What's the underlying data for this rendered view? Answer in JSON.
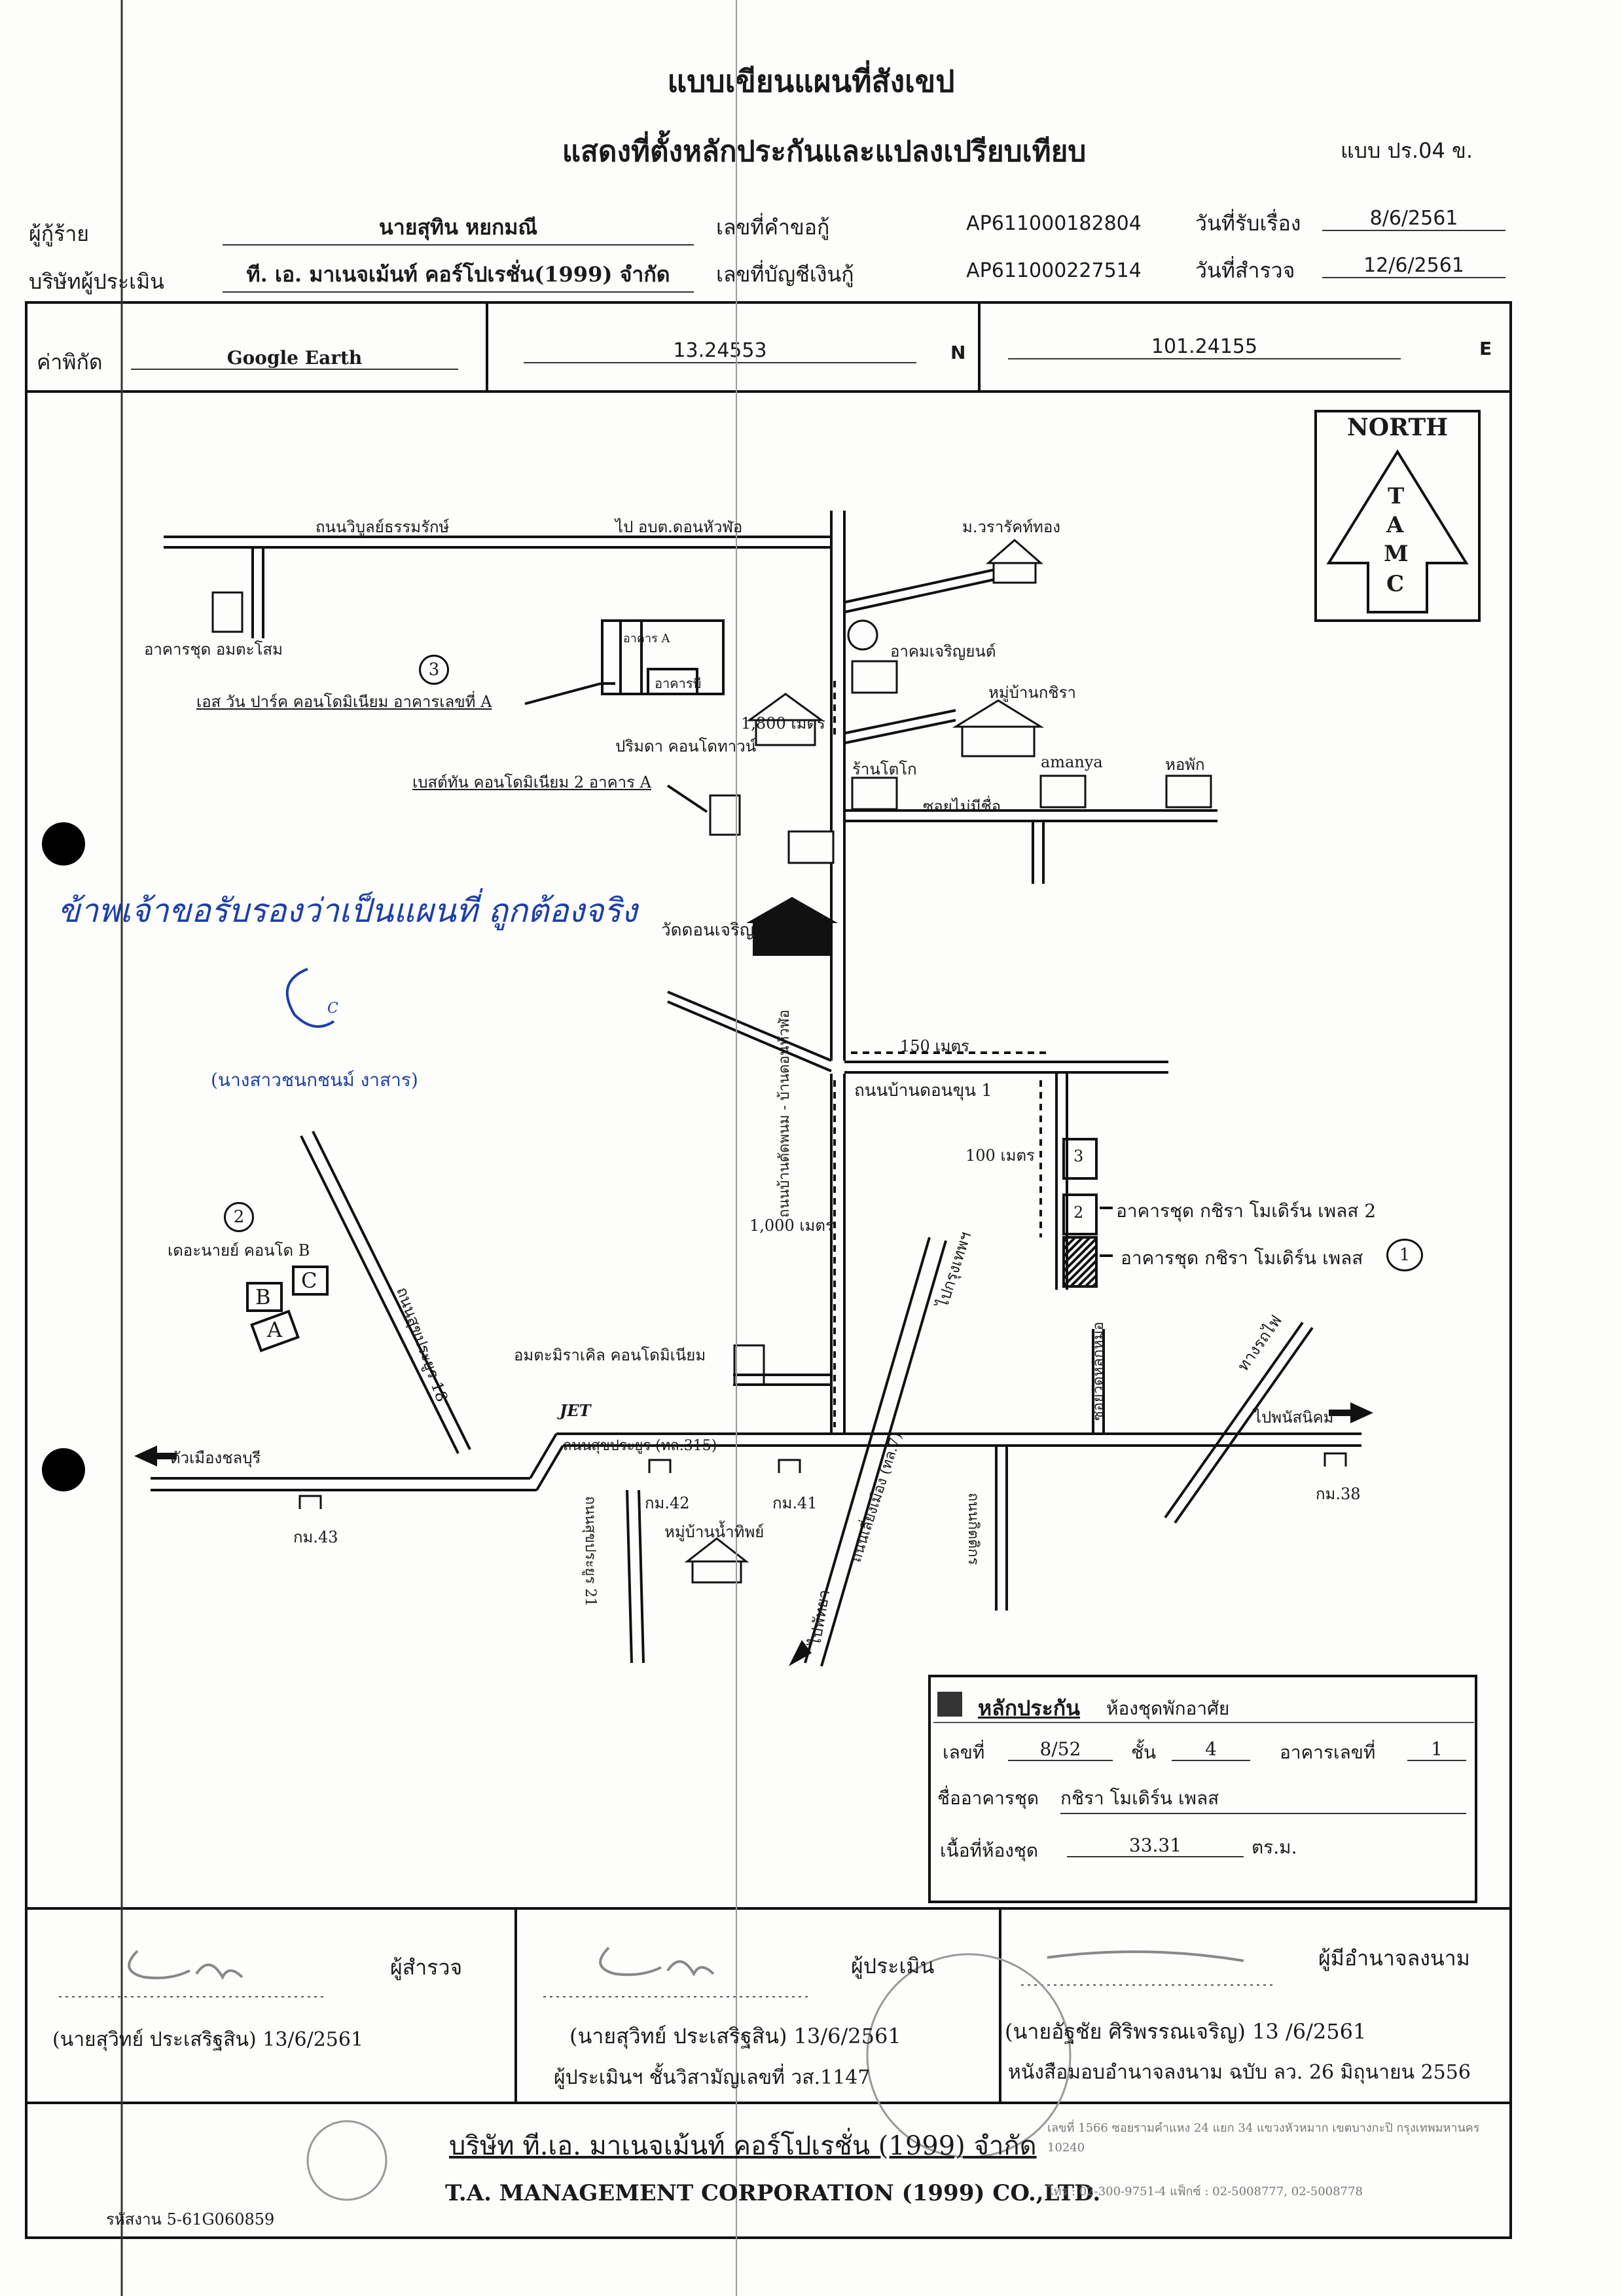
{
  "header": {
    "title_line1": "แบบเขียนแผนที่สังเขป",
    "title_line2": "แสดงที่ตั้งหลักประกันและแปลงเปรียบเทียบ",
    "form_code": "แบบ ปร.04 ข."
  },
  "info": {
    "borrower_label": "ผู้กู้ร้าย",
    "borrower_name": "นายสุทิน หยกมณี",
    "appraiser_label": "บริษัทผู้ประเมิน",
    "appraiser_name": "ที. เอ. มาเนจเม้นท์ คอร์โปเรชั่น(1999) จำกัด",
    "request_no_label": "เลขที่คำขอกู้",
    "request_no": "AP611000182804",
    "account_no_label": "เลขที่บัญชีเงินกู้",
    "account_no": "AP611000227514",
    "received_date_label": "วันที่รับเรื่อง",
    "received_date": "8/6/2561",
    "survey_date_label": "วันที่สำรวจ",
    "survey_date": "12/6/2561"
  },
  "coords": {
    "label": "ค่าพิกัด",
    "source": "Google Earth",
    "lat": "13.24553",
    "lat_dir": "N",
    "lon": "101.24155",
    "lon_dir": "E"
  },
  "north": {
    "label": "NORTH",
    "letters": [
      "T",
      "A",
      "M",
      "C"
    ]
  },
  "map_labels": {
    "road_top": "ถนนวิบูลย์ธรรมรักษ์",
    "road_top_dir": "ไป อบต.ดอนหัวฬ่อ",
    "varak": "ม.วรารัคท์ทอง",
    "asia": "อาคารชุด อมตะโสม",
    "num3": "3",
    "the_one": "เอส วัน ปาร์ค คอนโดมิเนียม อาคารเลขที่ A",
    "bld_a": "อาคาร A",
    "bld_b": "อาคารบี",
    "clock_label": "อาคมเจริญยนต์",
    "nirin": "หมู่บ้านกชิรา",
    "dist_1800": "1,800 เมตร",
    "primada": "ปริมดา คอนโดทาวน์",
    "dome": "เบสต์ทัน คอนโดมิเนียม 2 อาคาร A",
    "shop": "ร้านโตโก",
    "amanya": "amanya",
    "dorm": "หอพัก",
    "soi_none": "ซอยไม่มีชื่อ",
    "temple": "วัดดอนเจริญ",
    "dist_150": "150 เมตร",
    "road_donkhun": "ถนนบ้านดอนขุน 1",
    "road_vertical": "ถนนบ้านดัดพนม - บ้านดอนหัวฬ่อ",
    "dist_100": "100 เมตร",
    "dist_1000": "1,000 เมตร",
    "num2": "2",
    "condo_b": "เดอะนายย์ คอนโด B",
    "bldg_b": "B",
    "bldg_c": "C",
    "bldg_a2": "A",
    "rd18": "ถนนสุขประยูร 18",
    "box3": "3",
    "box2": "2",
    "kirin2": "อาคารชุด กชิรา โมเดิร์น เพลส 2",
    "kirin1": "อาคารชุด กชิรา โมเดิร์น เพลส",
    "num1": "1",
    "amata": "อมตะมิราเคิล คอนโดมิเนียม",
    "jet": "JET",
    "main_road": "ถนนสุขประยูร (ทล.315)",
    "to_chonburi": "ตัวเมืองชลบุรี",
    "to_bkk": "ไปกรุงเทพฯ",
    "to_phanat": "ไปพนัสนิคม",
    "soi_lak": "ซอยวัดหลักหมอ",
    "railway": "ทางรถไฟ",
    "km43": "กม.43",
    "km42": "กม.42",
    "km41": "กม.41",
    "km38": "กม.38",
    "village": "หมู่บ้านน้ำทิพย์",
    "rd21": "ถนนสุขประยูร 21",
    "bypass": "ถนนเลี่ยงเมือง (ทล.7)",
    "to_pattaya": "ไปพัทยา",
    "road_small": "ถนนกิตติกร"
  },
  "handwriting": {
    "note": "ข้าพเจ้าขอรับรองว่าเป็นแผนที่ ถูกต้องจริง",
    "sign_mark": "C",
    "name": "(นางสาวชนกชนม์ งาสาร)"
  },
  "legend": {
    "title": "หลักประกัน",
    "type": "ห้องชุดพักอาศัย",
    "no_label": "เลขที่",
    "no": "8/52",
    "floor_label": "ชั้น",
    "floor": "4",
    "bldg_label": "อาคารเลขที่",
    "bldg": "1",
    "name_label": "ชื่ออาคารชุด",
    "name": "กชิรา โมเดิร์น เพลส",
    "area_label": "เนื้อที่ห้องชุด",
    "area": "33.31",
    "area_unit": "ตร.ม."
  },
  "signatures": {
    "surveyor_role": "ผู้สำรวจ",
    "surveyor_name": "(นายสุวิทย์ ประเสริฐสิน) 13/6/2561",
    "appraiser_role": "ผู้ประเมิน",
    "appraiser_name": "(นายสุวิทย์ ประเสริฐสิน) 13/6/2561",
    "appraiser_license": "ผู้ประเมินฯ ชั้นวิสามัญเลขที่ วส.1147",
    "authorized_role": "ผู้มีอำนาจลงนาม",
    "authorized_name": "(นายอัฐชัย ศิริพรรณเจริญ) 13 /6/2561",
    "authorized_doc": "หนังสือมอบอำนาจลงนาม ฉบับ ลว. 26 มิถุนายน 2556"
  },
  "footer": {
    "company_th": "บริษัท ที.เอ. มาเนจเม้นท์ คอร์โปเรชั่น (1999) จำกัด",
    "company_en": "T.A. MANAGEMENT CORPORATION (1999) CO.,LTD.",
    "address": "เลขที่ 1566 ซอยรามคำแหง 24 แยก 34 แขวงหัวหมาก เขตบางกะปิ กรุงเทพมหานคร 10240",
    "phone": "โทร : 02-300-9751-4 แฟ็กซ์ : 02-5008777, 02-5008778",
    "code": "รหัสงาน 5-61G060859"
  }
}
